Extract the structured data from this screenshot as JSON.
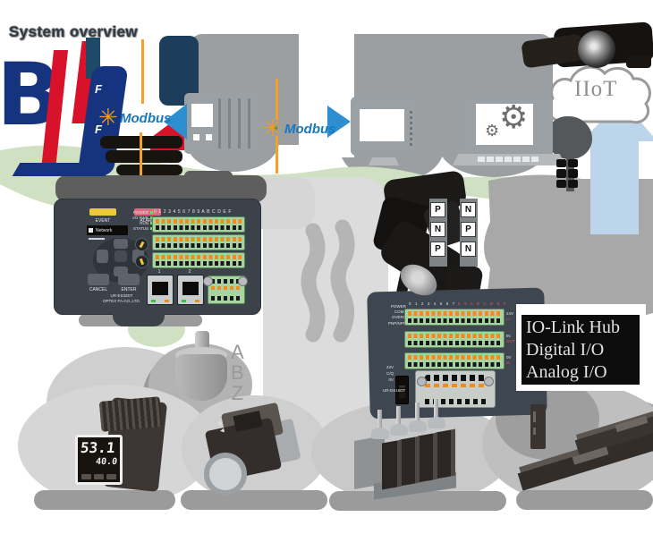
{
  "title": "System overview",
  "logos": {
    "modbus": "Modbus",
    "f1": "F",
    "f2": "F"
  },
  "cloud": {
    "label": "IIoT"
  },
  "encoder": {
    "letter_a": "A",
    "letter_b": "B",
    "letter_z": "Z"
  },
  "sensor_wiring": {
    "pnp1": "P",
    "pnp2": "N",
    "pnp3": "P",
    "npn1": "N",
    "npn2": "P",
    "npn3": "N"
  },
  "callout": {
    "line1": "IO-Link Hub",
    "line2": "Digital I/O",
    "line3": "Analog I/O"
  },
  "master": {
    "event": "EVENT",
    "alarm": "ALARM",
    "display": "Network",
    "led1": "POWER",
    "led2": "I/O PWR",
    "led3": "RUN",
    "led4": "STATUS",
    "hex_row": "0 1 2 3 4 5 6 7 8 9 A B C D E F",
    "port1": "1",
    "port2": "2",
    "cancel": "CANCEL",
    "enter": "ENTER",
    "model": "UR-ES32DT",
    "maker": "OPTEX FA.CO.,LTD."
  },
  "hub": {
    "led1": "POWER",
    "led2": "COM+",
    "led3": "OVERC",
    "led4": "PNP/NPN",
    "hex_white": "0 1 2 3 4 5 6 7",
    "hex_red": "8 9 A B C D E F",
    "r1w": "24V",
    "r1r": "L+",
    "r2w": "IN",
    "r2r": "OUT",
    "r3w": "0V",
    "r3r": "M",
    "under_white": "0V C/Q 24V",
    "under_red": "M M L+ L+",
    "sw1": "24V",
    "sw2": "C/Q",
    "sw3": "0V",
    "model": "UR-DS16DT"
  },
  "pressure": {
    "main": "53.1",
    "sub": "40.0"
  },
  "colors": {
    "green_band": "#cfe0c3",
    "modbus_blue": "#1878be",
    "modbus_orange": "#f59a1e",
    "line_orange": "#f0a22a",
    "navy": "#16337f",
    "red": "#d8122a",
    "arrow_blue": "#2e8fd0",
    "light_blue": "#bcd5ea",
    "device_dark": "#3b4249",
    "terminal_green": "#a6d3a0",
    "terminal_orange": "#f08c1e",
    "gray_mass": "#a8a8a8"
  }
}
